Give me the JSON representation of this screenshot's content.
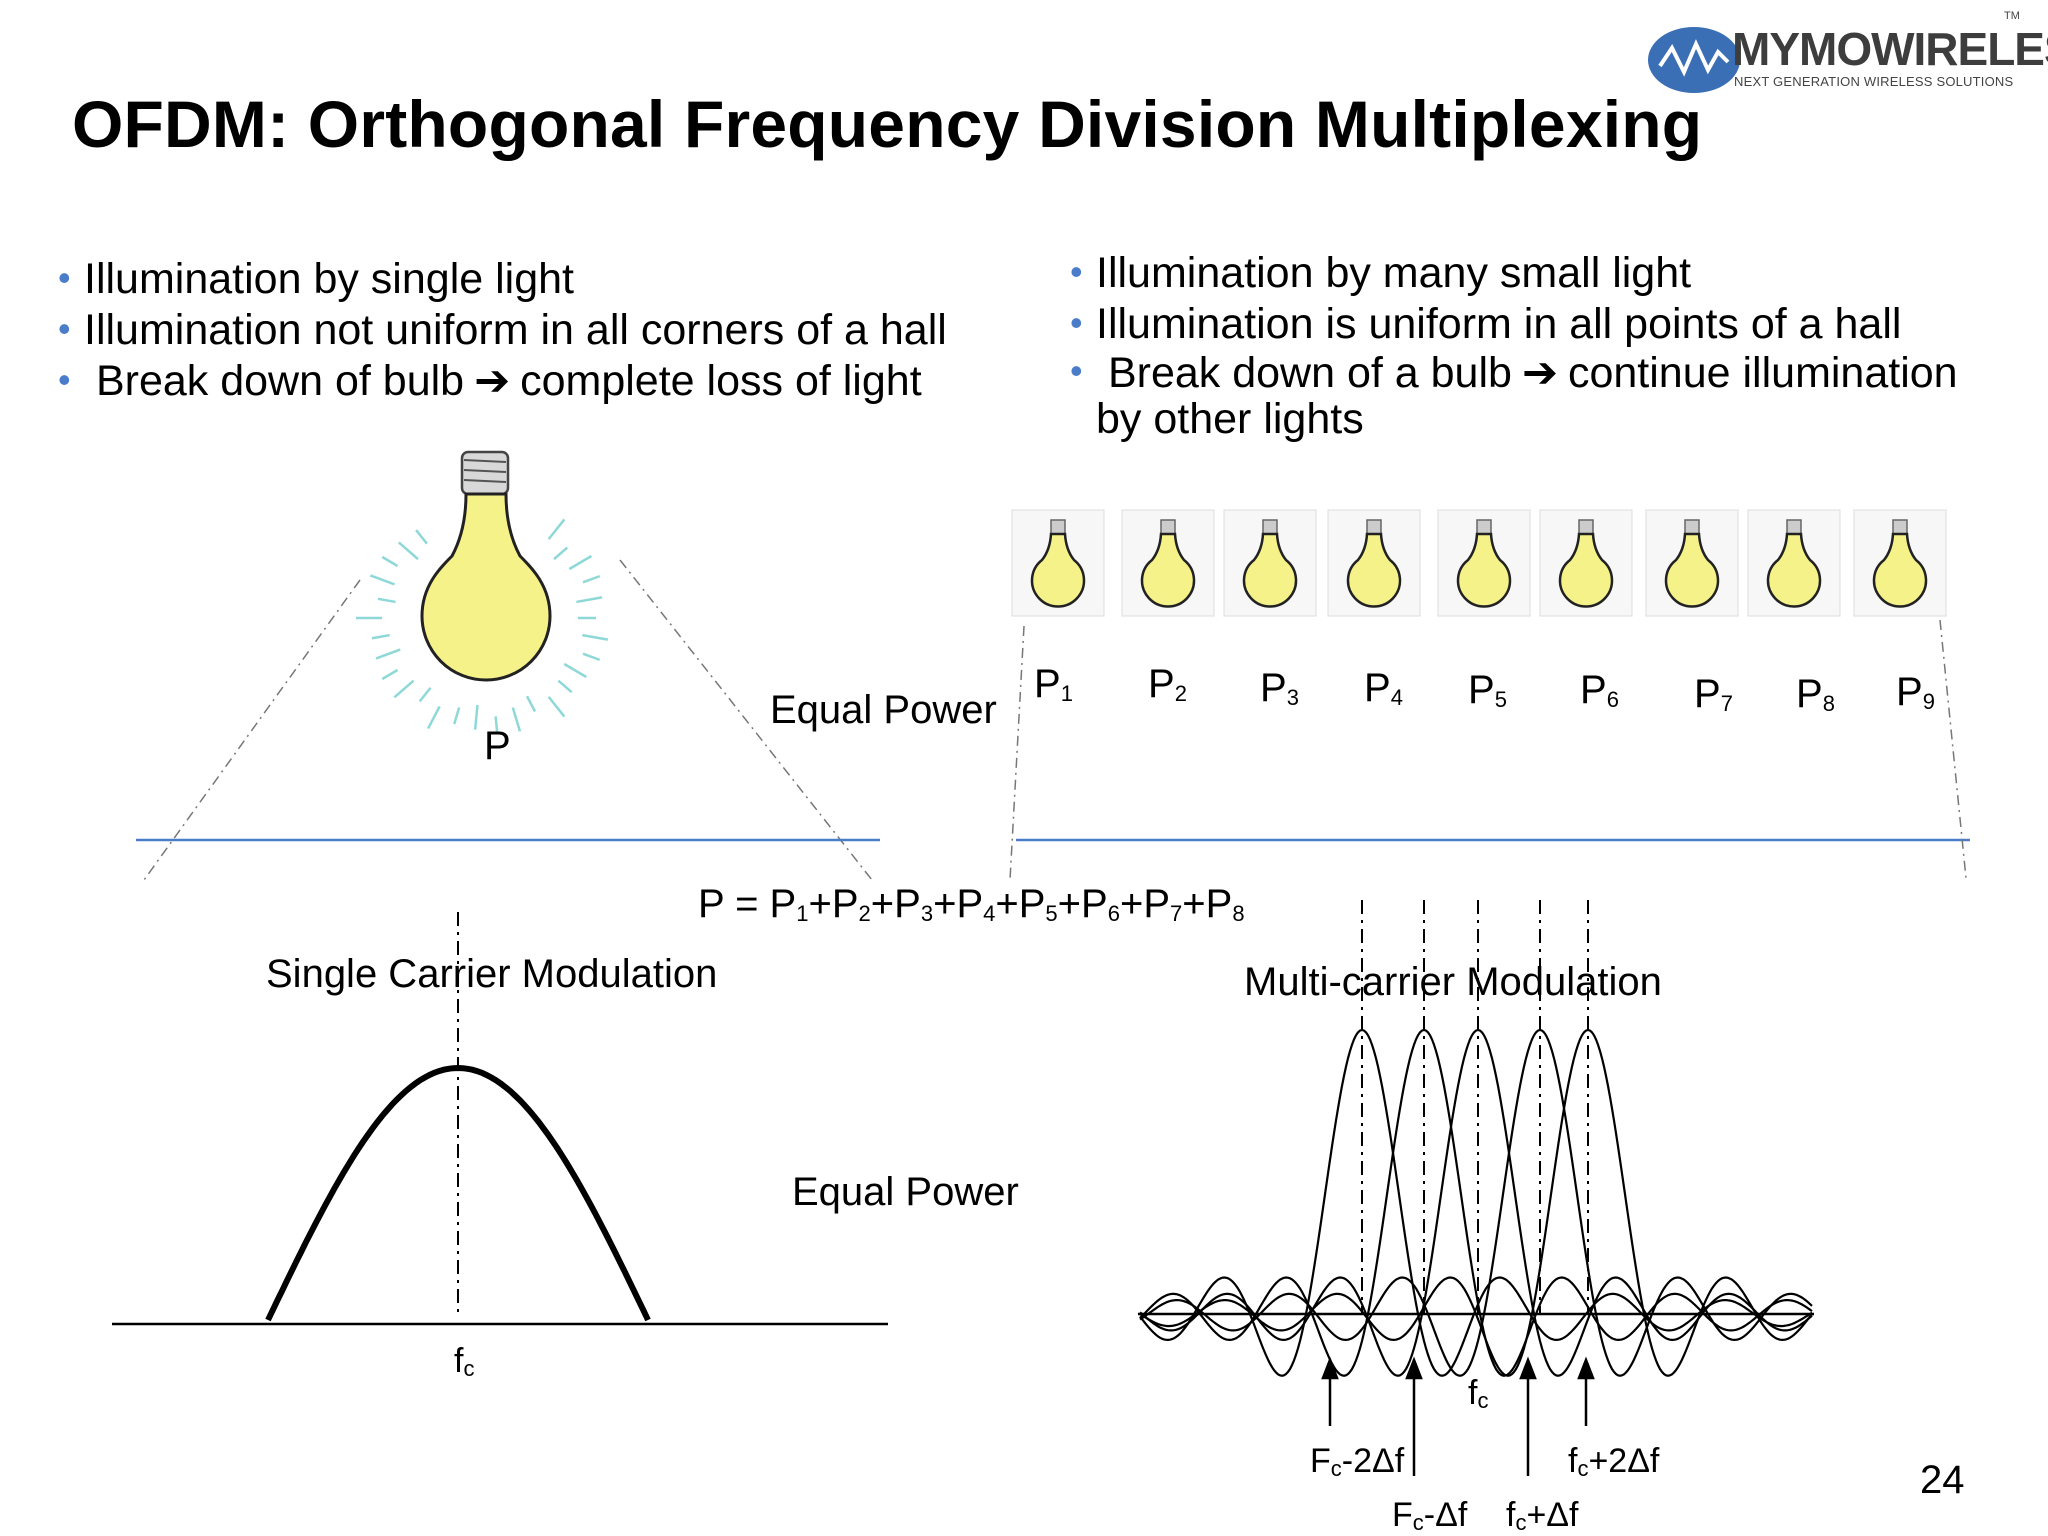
{
  "slide": {
    "title": "OFDM: Orthogonal Frequency Division Multiplexing",
    "page_number": "24"
  },
  "logo": {
    "wordmark": "MYMOWIRELESS",
    "wordmark_part1": "MYM",
    "wordmark_o": "O",
    "wordmark_part2": "WIRELESS",
    "tagline": "NEXT GENERATION WIRELESS SOLUTIONS",
    "trademark": "TM",
    "brand_color": "#3a6fb5"
  },
  "left_column": {
    "bullets": [
      {
        "text": "Illumination by single light"
      },
      {
        "text": "Illumination not uniform in all corners of a hall"
      },
      {
        "pre": " Break down of bulb",
        "arrow": "➔",
        "post": "complete loss of light"
      }
    ],
    "bulb_label": "P",
    "equal_power_label": "Equal Power",
    "modulation_title": "Single Carrier Modulation",
    "carrier_label": "f",
    "carrier_sub": "c"
  },
  "right_column": {
    "bullets": [
      {
        "text": "Illumination by many small light"
      },
      {
        "text": "Illumination is uniform in all points of a hall"
      },
      {
        "pre": " Break down of a bulb",
        "arrow": "➔",
        "post": "continue illumination",
        "cont": "by other lights"
      }
    ],
    "bulb_labels": [
      {
        "p": "P",
        "sub": "1"
      },
      {
        "p": "P",
        "sub": "2"
      },
      {
        "p": "P",
        "sub": "3"
      },
      {
        "p": "P",
        "sub": "4"
      },
      {
        "p": "P",
        "sub": "5"
      },
      {
        "p": "P",
        "sub": "6"
      },
      {
        "p": "P",
        "sub": "7"
      },
      {
        "p": "P",
        "sub": "8"
      },
      {
        "p": "P",
        "sub": "9"
      }
    ],
    "modulation_title": "Multi-carrier Modulation",
    "equal_power_label": "Equal Power",
    "freq_labels": {
      "fc": {
        "main": "f",
        "sub": "c"
      },
      "fc_minus_2df": {
        "main": "F",
        "sub": "c",
        "tail": "-2Δf"
      },
      "fc_minus_df": {
        "main": "F",
        "sub": "c",
        "tail": "-Δf"
      },
      "fc_plus_df": {
        "main": "f",
        "sub": "c",
        "tail": "+Δf"
      },
      "fc_plus_2df": {
        "main": "f",
        "sub": "c",
        "tail": "+2Δf"
      }
    }
  },
  "equation": {
    "lhs": "P = ",
    "terms": [
      {
        "p": "P",
        "sub": "1"
      },
      {
        "p": "P",
        "sub": "2"
      },
      {
        "p": "P",
        "sub": "3"
      },
      {
        "p": "P",
        "sub": "4"
      },
      {
        "p": "P",
        "sub": "5"
      },
      {
        "p": "P",
        "sub": "6"
      },
      {
        "p": "P",
        "sub": "7"
      },
      {
        "p": "P",
        "sub": "8"
      }
    ],
    "joiner": "+"
  },
  "colors": {
    "bulb_yellow": "#f6f28a",
    "bulb_outline": "#222222",
    "bulb_glow": "#8fd8d8",
    "rule_blue": "#4a7cc9",
    "bullet_blue": "#4a7cc9"
  }
}
